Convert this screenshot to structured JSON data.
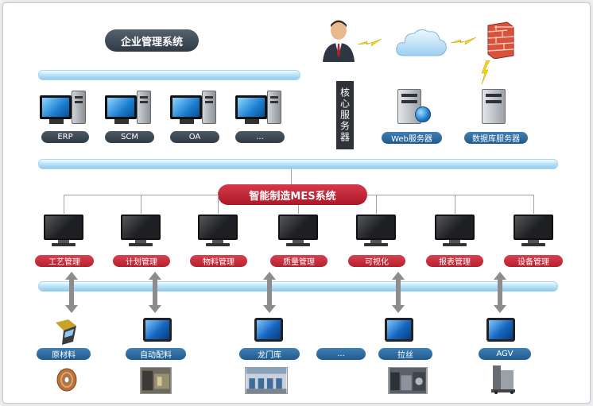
{
  "top": {
    "title": "企业管理系统",
    "systems": [
      "ERP",
      "SCM",
      "OA",
      "..."
    ],
    "core_service": "核心服务器",
    "web_server": "Web服务器",
    "db_server": "数据库服务器"
  },
  "mes": {
    "title": "智能制造MES系统",
    "modules": [
      "工艺管理",
      "计划管理",
      "物料管理",
      "质量管理",
      "可视化",
      "报表管理",
      "设备管理"
    ]
  },
  "shopfloor": {
    "nodes": [
      "原材料",
      "自动配料",
      "龙门库",
      "...",
      "拉丝",
      "AGV"
    ]
  },
  "colors": {
    "dark_pill": "#2f3b46",
    "red_pill": "#b51f2e",
    "blue_pill": "#215b8e",
    "bus": "#bfe3f7",
    "arrow": "#8c8c8c",
    "firewall": "#d9533c"
  }
}
